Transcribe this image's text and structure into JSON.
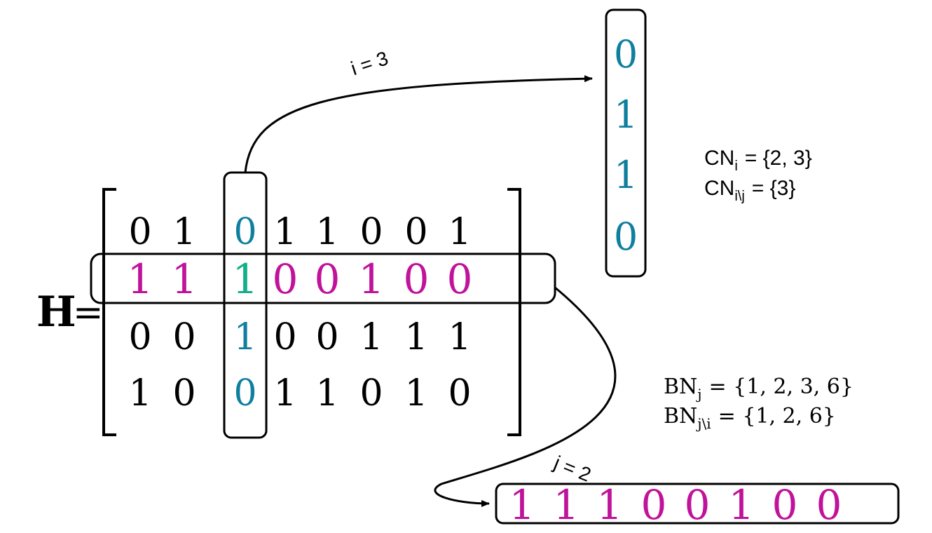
{
  "matrix": {
    "label": "H",
    "equals": "=",
    "rows": [
      [
        "0",
        "1",
        "0",
        "1",
        "1",
        "0",
        "0",
        "1"
      ],
      [
        "1",
        "1",
        "1",
        "0",
        "0",
        "1",
        "0",
        "0"
      ],
      [
        "0",
        "0",
        "1",
        "0",
        "0",
        "1",
        "1",
        "1"
      ],
      [
        "1",
        "0",
        "0",
        "1",
        "1",
        "0",
        "1",
        "0"
      ]
    ],
    "highlighted_column_index": 3,
    "highlighted_row_index": 2
  },
  "column_vector": {
    "arrow_label": "i = 3",
    "values": [
      "0",
      "1",
      "1",
      "0"
    ]
  },
  "row_vector": {
    "arrow_label": "j = 2",
    "values": [
      "1",
      "1",
      "1",
      "0",
      "0",
      "1",
      "0",
      "0"
    ]
  },
  "check_node_sets": {
    "cn_full": {
      "name": "CN",
      "sub": "i",
      "value": "= {2, 3}"
    },
    "cn_excl": {
      "name": "CN",
      "sub": "i\\j",
      "value": "= {3}"
    }
  },
  "bit_node_sets": {
    "bn_full": {
      "name": "BN",
      "sub": "j",
      "value": "= {1, 2, 3, 6}"
    },
    "bn_excl": {
      "name": "BN",
      "sub": "j\\i",
      "value": "= {1, 2, 6}"
    }
  },
  "colors": {
    "text": "#000000",
    "column": "#0f7fa0",
    "row": "#c0129a",
    "intersection": "#12b08a",
    "stroke": "#000000"
  }
}
